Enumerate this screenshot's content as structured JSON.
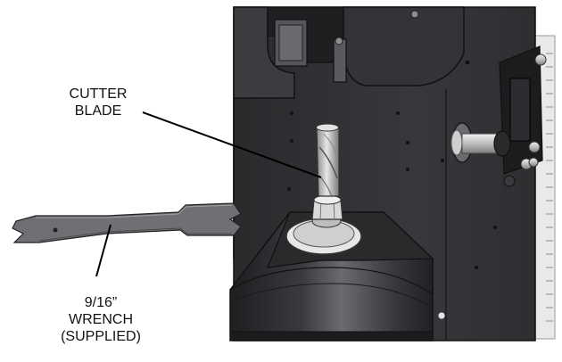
{
  "callouts": {
    "cutter": {
      "line1": "CUTTER",
      "line2": "BLADE"
    },
    "wrench": {
      "line1": "9/16”",
      "line2": "WRENCH",
      "line3": "(SUPPLIED)"
    }
  },
  "colors": {
    "machine_dark": "#2f2f32",
    "machine_mid": "#4a4a4e",
    "machine_light": "#8a8a8e",
    "metal": "#c9c9c9",
    "metal_dark": "#8c8c8c",
    "wrench": "#707075",
    "leader": "#000000"
  }
}
